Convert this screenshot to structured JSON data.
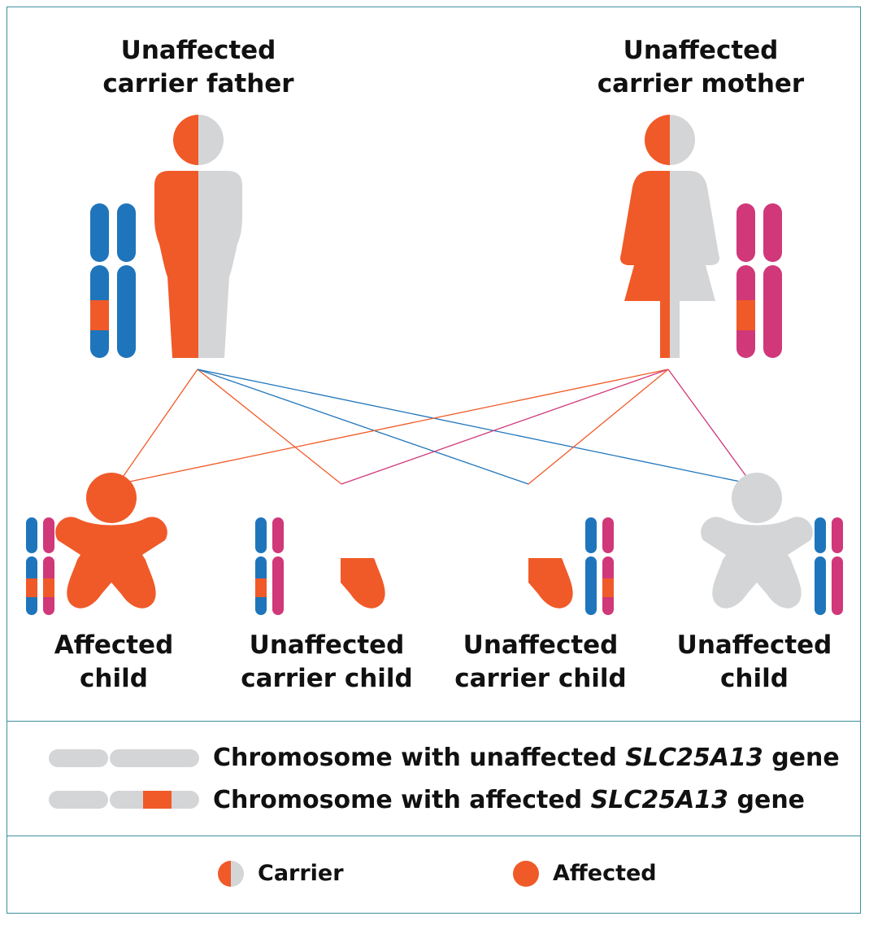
{
  "parents": {
    "father": {
      "line1": "Unaffected",
      "line2": "carrier father"
    },
    "mother": {
      "line1": "Unaffected",
      "line2": "carrier mother"
    }
  },
  "children": [
    {
      "line1": "Affected",
      "line2": "child"
    },
    {
      "line1": "Unaffected",
      "line2": "carrier child"
    },
    {
      "line1": "Unaffected",
      "line2": "carrier child"
    },
    {
      "line1": "Unaffected",
      "line2": "child"
    }
  ],
  "chromosome_legend": {
    "unaffected": {
      "prefix": "Chromosome with unaffected ",
      "gene": "SLC25A13",
      "suffix": " gene"
    },
    "affected": {
      "prefix": "Chromosome with affected ",
      "gene": "SLC25A13",
      "suffix": " gene"
    }
  },
  "status_key": {
    "carrier": "Carrier",
    "affected": "Affected"
  },
  "colors": {
    "affected_orange": "#f05a28",
    "unaffected_gray": "#d4d5d7",
    "father_blue": "#1f75bb",
    "mother_magenta": "#d0387a",
    "frame_teal": "#3d8fa0"
  },
  "icons": [
    "man-icon",
    "woman-icon",
    "child-icon",
    "chromosome-icon",
    "carrier-dot-icon",
    "affected-dot-icon"
  ]
}
